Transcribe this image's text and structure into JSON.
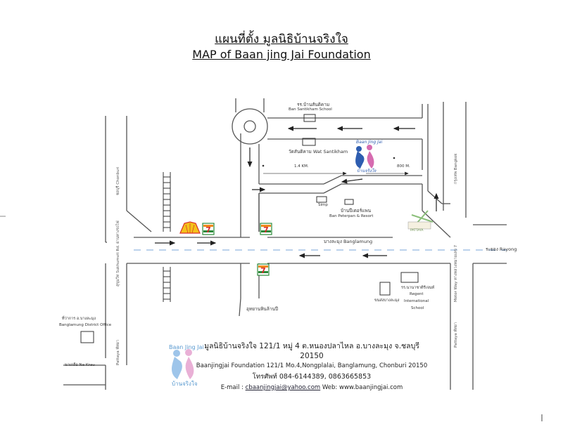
{
  "title_th": "แผนที่ตั้ง มูลนิธิบ้านจริงใจ",
  "title_en": "MAP of Baan jing Jai Foundation",
  "labels": {
    "school_th": "รร.บ้านสันติคาม",
    "school_en": "Ban Santikham School",
    "temple": "วัดสันติคาม Wat Santikham",
    "dist1": "1.4 KM.",
    "dist2": "800 M.",
    "simp": "Simp",
    "resort_th": "บ้านปีเตอร์แพน",
    "resort_en": "Ban Peterpan & Resort",
    "road_th": "บางละมุง Banglamung",
    "rayong": "ระยอง Rayong",
    "district_th": "ที่ว่าการ อ.บางละมุง",
    "district_en": "Banglamung District Office",
    "nakrau": "นาเกลือ Na-Krau",
    "regent_th": "รร.นานาชาติรีเจนท์",
    "regent_en1": "Regent",
    "regent_en2": "International",
    "regent_en3": "School",
    "center_th": "ขนส่งบางละมุง",
    "park_th": "อุทยานหินล้านปี",
    "chonburi": "ชลบุรี Chonburi",
    "sukhumvit": "สุขุมวิท Sukhumvit Rd. ผ่านทางรถไฟ",
    "pattaya_left": "Pattaya พัทยา",
    "bangkok": "กรุงเทพ Bangkok",
    "motorway": "Motor Way ทางหลวงหมายเลข 7",
    "pattaya_right": "Pattaya พัทยา",
    "pattaya_logo": "PATTAYA"
  },
  "logos": {
    "top_text": "Baan Jing Jai",
    "top_text_th": "บ้านจริงใจ",
    "bottom_text": "Baan Jing Jai",
    "bottom_text_th": "บ้านจริงใจ",
    "seven_eleven": "7"
  },
  "footer": {
    "line1": "มูลนิธิบ้านจริงใจ 121/1 หมู่ 4 ต.หนองปลาไหล อ.บางละมุง จ.ชลบุรี 20150",
    "line2": "Baanjingjai Foundation 121/1 Mo.4,Nongplalai, Banglamung, Chonburi 20150",
    "line3": "โทรศัพท์ 084-6144389, 0863665853",
    "email_label": "E-mail : ",
    "email": "cbaanjingjai@yahoo.com",
    "web_label": " Web: ",
    "web": "www.baanjingjai.com"
  },
  "colors": {
    "road": "#555555",
    "logo_blue": "#2e5db0",
    "logo_pink": "#d66bb0",
    "seven_green": "#2c8a3a",
    "seven_orange": "#f08a1c",
    "seven_red": "#d72e2e",
    "shell_yellow": "#f4c21a",
    "shell_red": "#d9302a"
  },
  "icons": [
    "seven-eleven-icon",
    "shell-icon",
    "pattaya-logo-icon",
    "foundation-logo-icon",
    "arrow-icon",
    "building-icon"
  ]
}
